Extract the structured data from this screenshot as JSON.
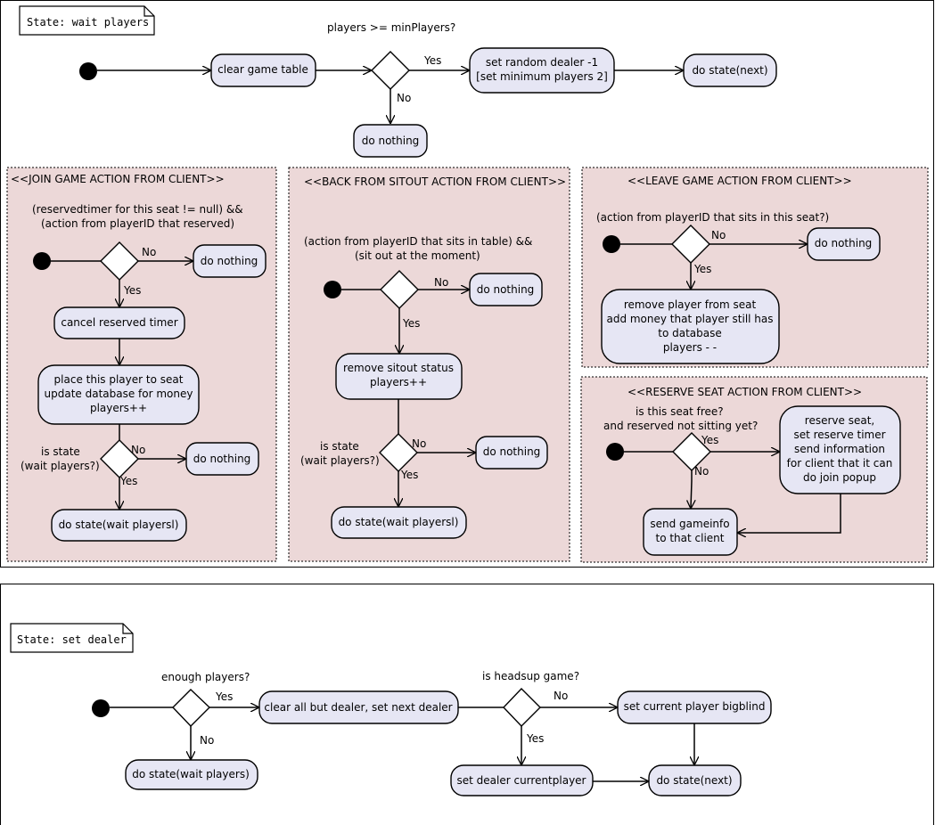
{
  "colors": {
    "node_fill": "#e6e6f4",
    "region_fill": "#ecd8d8",
    "stroke": "#000000"
  },
  "wait": {
    "state_label": "State: wait players",
    "guard": "players >= minPlayers?",
    "clear_table": "clear game table",
    "yes": "Yes",
    "no": "No",
    "set_dealer_1": "set random dealer -1",
    "set_dealer_2": "[set minimum players 2]",
    "do_next": "do state(next)",
    "do_nothing": "do nothing"
  },
  "join": {
    "title": "<<JOIN GAME ACTION FROM CLIENT>>",
    "cond_1": "(reservedtimer for this seat != null) &&",
    "cond_2": "(action from playerID that reserved)",
    "no": "No",
    "yes": "Yes",
    "do_nothing": "do nothing",
    "cancel": "cancel reserved timer",
    "place_1": "place this player to seat",
    "place_2": "update database for money",
    "place_3": "players++",
    "is_state_1": "is state",
    "is_state_2": "(wait players?)",
    "no2": "No",
    "yes2": "Yes",
    "do_nothing2": "do nothing",
    "do_wait": "do state(wait playersl)"
  },
  "back": {
    "title": "<<BACK FROM SITOUT ACTION FROM CLIENT>>",
    "cond_1": "(action from playerID that sits in table) &&",
    "cond_2": "(sit out at the moment)",
    "no": "No",
    "yes": "Yes",
    "do_nothing": "do nothing",
    "remove_1": "remove sitout status",
    "remove_2": "players++",
    "is_state_1": "is state",
    "is_state_2": "(wait players?)",
    "no2": "No",
    "yes2": "Yes",
    "do_nothing2": "do nothing",
    "do_wait": "do state(wait playersl)"
  },
  "leave": {
    "title": "<<LEAVE GAME ACTION FROM CLIENT>>",
    "cond": "(action from playerID that sits in this seat?)",
    "no": "No",
    "yes": "Yes",
    "do_nothing": "do nothing",
    "remove_1": "remove player from seat",
    "remove_2": "add money that player still has",
    "remove_3": "to database",
    "remove_4": "players - -"
  },
  "reserve": {
    "title": "<<RESERVE SEAT ACTION FROM CLIENT>>",
    "cond_1": "is this seat free?",
    "cond_2": "and reserved not sitting yet?",
    "yes": "Yes",
    "no": "No",
    "act_1": "reserve seat,",
    "act_2": "set reserve timer",
    "act_3": "send information",
    "act_4": "for client that it can",
    "act_5": "do join popup",
    "send_1": "send gameinfo",
    "send_2": "to that client"
  },
  "dealer": {
    "state_label": "State: set dealer",
    "guard1": "enough players?",
    "yes": "Yes",
    "no": "No",
    "clear": "clear all but dealer, set next dealer",
    "do_wait": "do state(wait players)",
    "guard2": "is headsup game?",
    "no2": "No",
    "yes2": "Yes",
    "bigblind": "set current player bigblind",
    "set_dealer": "set dealer currentplayer",
    "do_next": "do state(next)"
  }
}
